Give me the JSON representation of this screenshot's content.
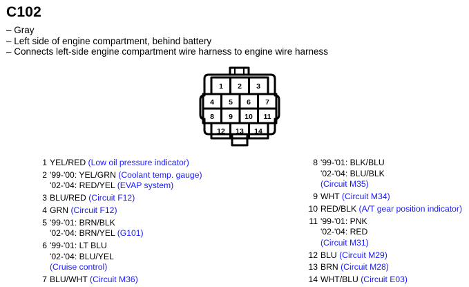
{
  "title": "C102",
  "description": [
    "– Gray",
    "– Left side of engine compartment, behind battery",
    "– Connects left-side engine compartment wire harness to engine wire harness"
  ],
  "pins": [
    "1",
    "2",
    "3",
    "4",
    "5",
    "6",
    "7",
    "8",
    "9",
    "10",
    "11",
    "12",
    "13",
    "14"
  ],
  "colors": {
    "note": "#1a1aff",
    "text": "#000000"
  },
  "left_column": [
    {
      "num": "1",
      "lines": [
        {
          "text": "YEL/RED ",
          "note": "(Low oil pressure indicator)"
        }
      ]
    },
    {
      "num": "2",
      "lines": [
        {
          "text": "'99-'00: YEL/GRN ",
          "note": "(Coolant temp. gauge)"
        },
        {
          "text": "'02-'04: RED/YEL ",
          "note": "(EVAP system)"
        }
      ]
    },
    {
      "num": "3",
      "lines": [
        {
          "text": "BLU/RED ",
          "note": "(Circuit F12)"
        }
      ]
    },
    {
      "num": "4",
      "lines": [
        {
          "text": "GRN ",
          "note": "(Circuit F12)"
        }
      ]
    },
    {
      "num": "5",
      "lines": [
        {
          "text": "'99-'01: BRN/BLK",
          "note": ""
        },
        {
          "text": "'02-'04: BRN/YEL ",
          "note": "(G101)"
        }
      ]
    },
    {
      "num": "6",
      "lines": [
        {
          "text": "'99-'01: LT BLU",
          "note": ""
        },
        {
          "text": "'02-'04: BLU/YEL",
          "note": ""
        },
        {
          "text": "",
          "note": "(Cruise control)"
        }
      ]
    },
    {
      "num": "7",
      "lines": [
        {
          "text": "BLU/WHT ",
          "note": "(Circuit M36)"
        }
      ]
    }
  ],
  "right_column": [
    {
      "num": "8",
      "lines": [
        {
          "text": "'99-'01: BLK/BLU",
          "note": ""
        },
        {
          "text": "'02-'04: BLU/BLK",
          "note": ""
        },
        {
          "text": "",
          "note": "(Circuit M35)"
        }
      ]
    },
    {
      "num": "9",
      "lines": [
        {
          "text": "WHT ",
          "note": "(Circuit M34)"
        }
      ]
    },
    {
      "num": "10",
      "lines": [
        {
          "text": "RED/BLK ",
          "note": "(A/T gear position indicator)"
        }
      ]
    },
    {
      "num": "11",
      "lines": [
        {
          "text": "'99-'01: PNK",
          "note": ""
        },
        {
          "text": "'02-'04: RED",
          "note": ""
        },
        {
          "text": "",
          "note": "(Circuit M31)"
        }
      ]
    },
    {
      "num": "12",
      "lines": [
        {
          "text": "BLU ",
          "note": "(Circuit M29)"
        }
      ]
    },
    {
      "num": "13",
      "lines": [
        {
          "text": "BRN ",
          "note": "(Circuit M28)"
        }
      ]
    },
    {
      "num": "14",
      "lines": [
        {
          "text": "WHT/BLU ",
          "note": "(Circuit E03)"
        }
      ]
    }
  ]
}
